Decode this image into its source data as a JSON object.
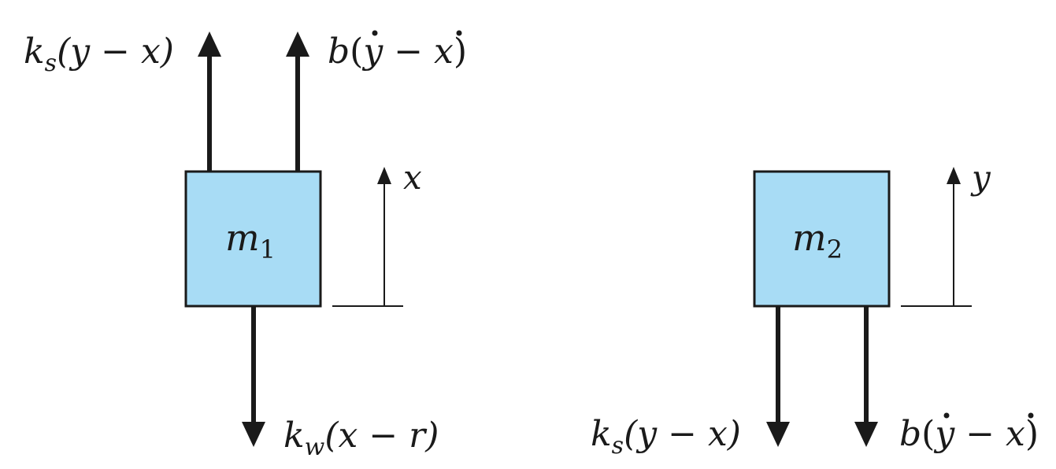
{
  "colors": {
    "mass_fill": "#a8dcf5",
    "stroke": "#1a1a1a",
    "background": "#ffffff"
  },
  "mass1": {
    "symbol": "m",
    "subscript": "1",
    "coordinate": "x",
    "forces": {
      "spring_up": {
        "coef": "k",
        "coef_sub": "s",
        "expr": "(y − x)"
      },
      "damper_up": {
        "coef": "b",
        "open": "(",
        "v1": "y",
        "minus": " − ",
        "v2": "x",
        "close": ")"
      },
      "tire_down": {
        "coef": "k",
        "coef_sub": "w",
        "expr": "(x − r)"
      }
    }
  },
  "mass2": {
    "symbol": "m",
    "subscript": "2",
    "coordinate": "y",
    "forces": {
      "spring_down": {
        "coef": "k",
        "coef_sub": "s",
        "expr": "(y − x)"
      },
      "damper_down": {
        "coef": "b",
        "open": "(",
        "v1": "y",
        "minus": " − ",
        "v2": "x",
        "close": ")"
      }
    }
  }
}
